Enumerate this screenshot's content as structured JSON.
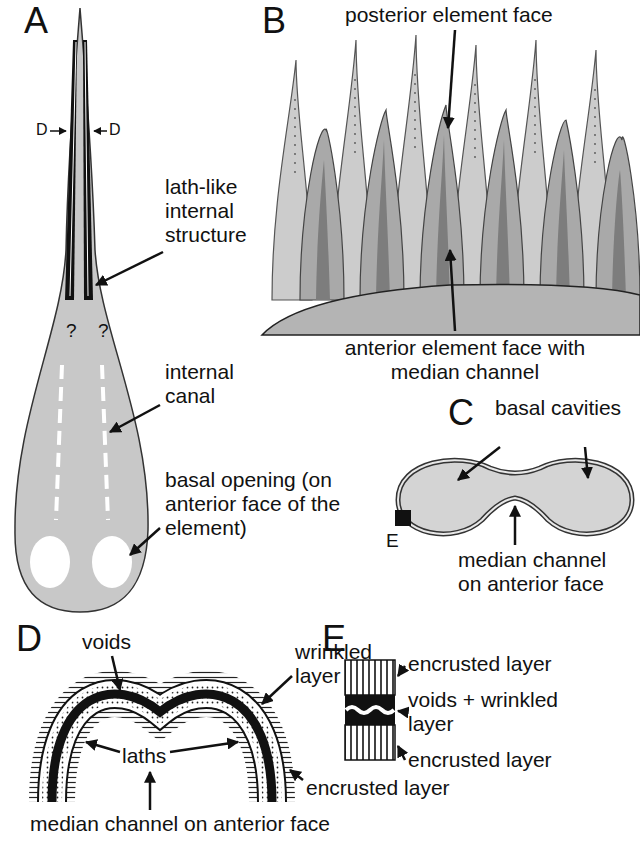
{
  "diagram": {
    "labels": [
      "A",
      "D",
      "D",
      "lath-like internal structure",
      "?",
      "?",
      "internal canal",
      "basal opening (on anterior face of the element)",
      "B",
      "posterior element face",
      "anterior element face with median channel",
      "C",
      "basal cavities",
      "E",
      "median channel on anterior face",
      "D",
      "voids",
      "wrinkled layer",
      "laths",
      "encrusted layer",
      "median channel on anterior face",
      "E",
      "encrusted layer",
      "voids + wrinkled layer",
      "encrusted layer"
    ]
  }
}
